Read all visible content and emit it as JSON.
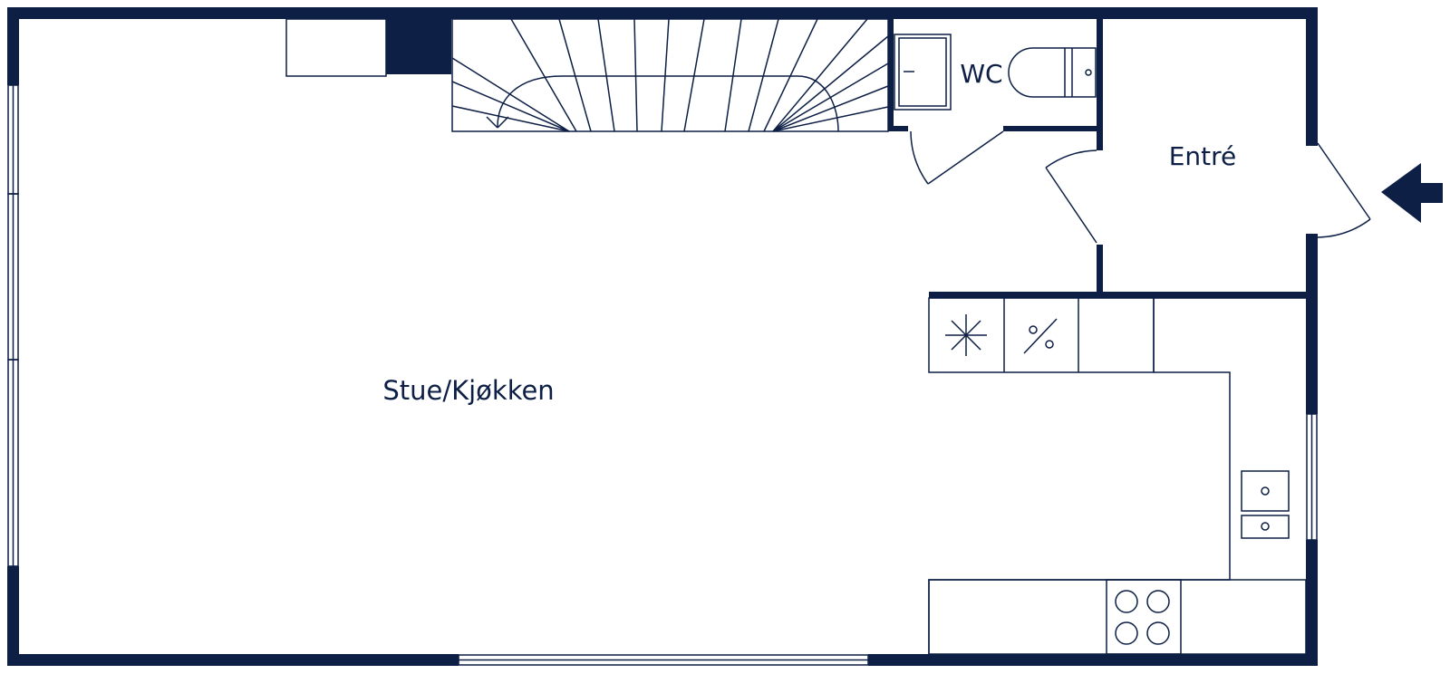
{
  "rooms": {
    "living_kitchen": "Stue/Kjøkken",
    "wc": "WC",
    "entry": "Entré"
  },
  "colors": {
    "wall": "#0d1f45",
    "line": "#0d1f45",
    "background": "#ffffff"
  },
  "icons": {
    "entrance": "arrow-left-icon",
    "stairs": "stairs-icon",
    "stove": "cooktop-icon"
  }
}
